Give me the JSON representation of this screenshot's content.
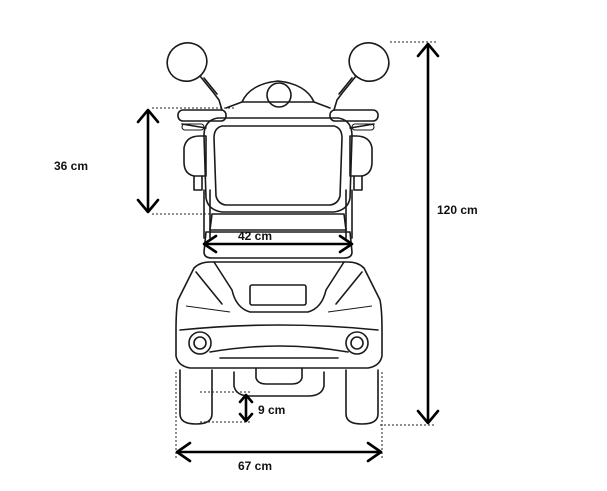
{
  "dimensions": {
    "seat_back_height": "36 cm",
    "seat_width": "42 cm",
    "total_height": "120 cm",
    "ground_clearance": "9 cm",
    "total_width": "67 cm"
  }
}
